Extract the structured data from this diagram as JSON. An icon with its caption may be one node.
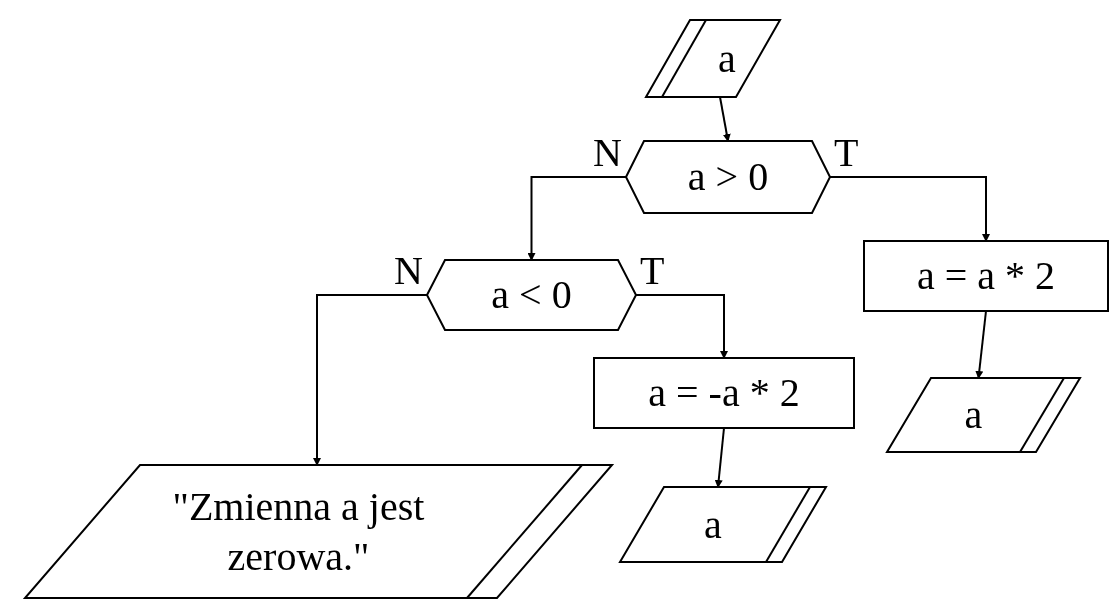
{
  "diagram": {
    "nodes": [
      {
        "text": [
          "a"
        ]
      },
      {
        "text": [
          "a > 0"
        ]
      },
      {
        "text": [
          "a < 0"
        ]
      },
      {
        "text": [
          "a = a * 2"
        ]
      },
      {
        "text": [
          "a"
        ]
      },
      {
        "text": [
          "a = -a * 2"
        ]
      },
      {
        "text": [
          "a"
        ]
      },
      {
        "text": [
          "\"Zmienna a jest zerowa.\""
        ]
      }
    ],
    "edges": [
      {
        "from": 0,
        "to": 1,
        "arrow": "to"
      },
      {
        "from": 1,
        "to": 2,
        "arrow": "to",
        "label": "N"
      },
      {
        "from": 1,
        "to": 3,
        "arrow": "to",
        "label": "T"
      },
      {
        "from": 3,
        "to": 4,
        "arrow": "to"
      },
      {
        "from": 2,
        "to": 5,
        "arrow": "to",
        "label": "T"
      },
      {
        "from": 5,
        "to": 6,
        "arrow": "to"
      },
      {
        "from": 2,
        "to": 7,
        "arrow": "to",
        "label": "N"
      }
    ]
  }
}
